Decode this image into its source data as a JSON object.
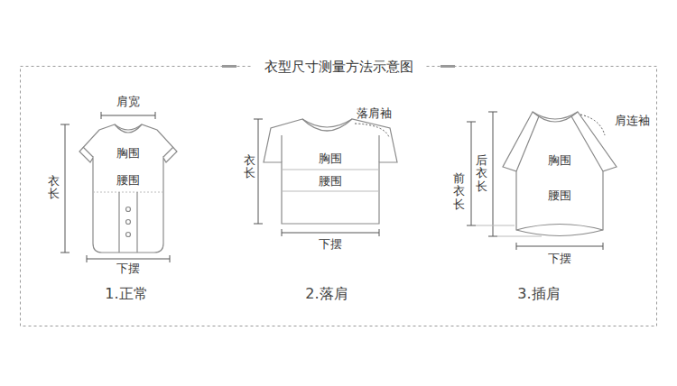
{
  "diagram": {
    "title": "衣型尺寸测量方法示意图",
    "labels": [
      "肩宽",
      "胸围",
      "衣长",
      "腰围",
      "下摆",
      "1.正常",
      "落肩袖",
      "衣长",
      "胸围",
      "腰围",
      "下摆",
      "2.落肩",
      "肩连袖",
      "后衣长",
      "胸围",
      "前衣长",
      "腰围",
      "下摆",
      "3.插肩"
    ]
  }
}
